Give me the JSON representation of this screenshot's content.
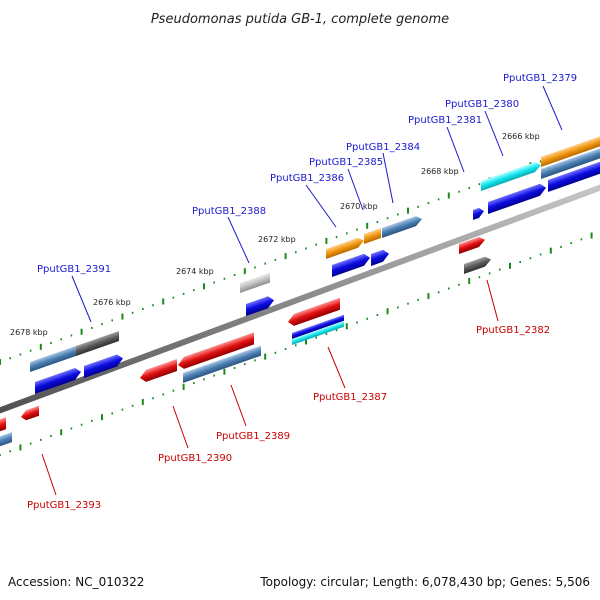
{
  "title": "Pseudomonas putida GB-1, complete genome",
  "footer": {
    "accession": "Accession: NC_010322",
    "topology": "Topology: circular; Length: 6,078,430 bp; Genes: 5,506"
  },
  "scale_ticks": [
    "2666 kbp",
    "2668 kbp",
    "2670 kbp",
    "2672 kbp",
    "2674 kbp",
    "2676 kbp",
    "2678 kbp"
  ],
  "gene_labels_top": [
    "PputGB1_2379",
    "PputGB1_2380",
    "PputGB1_2381",
    "PputGB1_2384",
    "PputGB1_2385",
    "PputGB1_2386",
    "PputGB1_2388",
    "PputGB1_2391"
  ],
  "gene_labels_bottom": [
    "PputGB1_2382",
    "PputGB1_2387",
    "PputGB1_2389",
    "PputGB1_2390",
    "PputGB1_2393"
  ],
  "colors": {
    "orange": "#f0960f",
    "cyan": "#14e6ee",
    "steelblue": "#4a7fb2",
    "blue": "#0b0be0",
    "red": "#e01010",
    "darkgray": "#5a5a5a",
    "lightgray": "#c0c0c0",
    "backbone": "#8a8a8a",
    "tick": "#1a8a1a"
  }
}
